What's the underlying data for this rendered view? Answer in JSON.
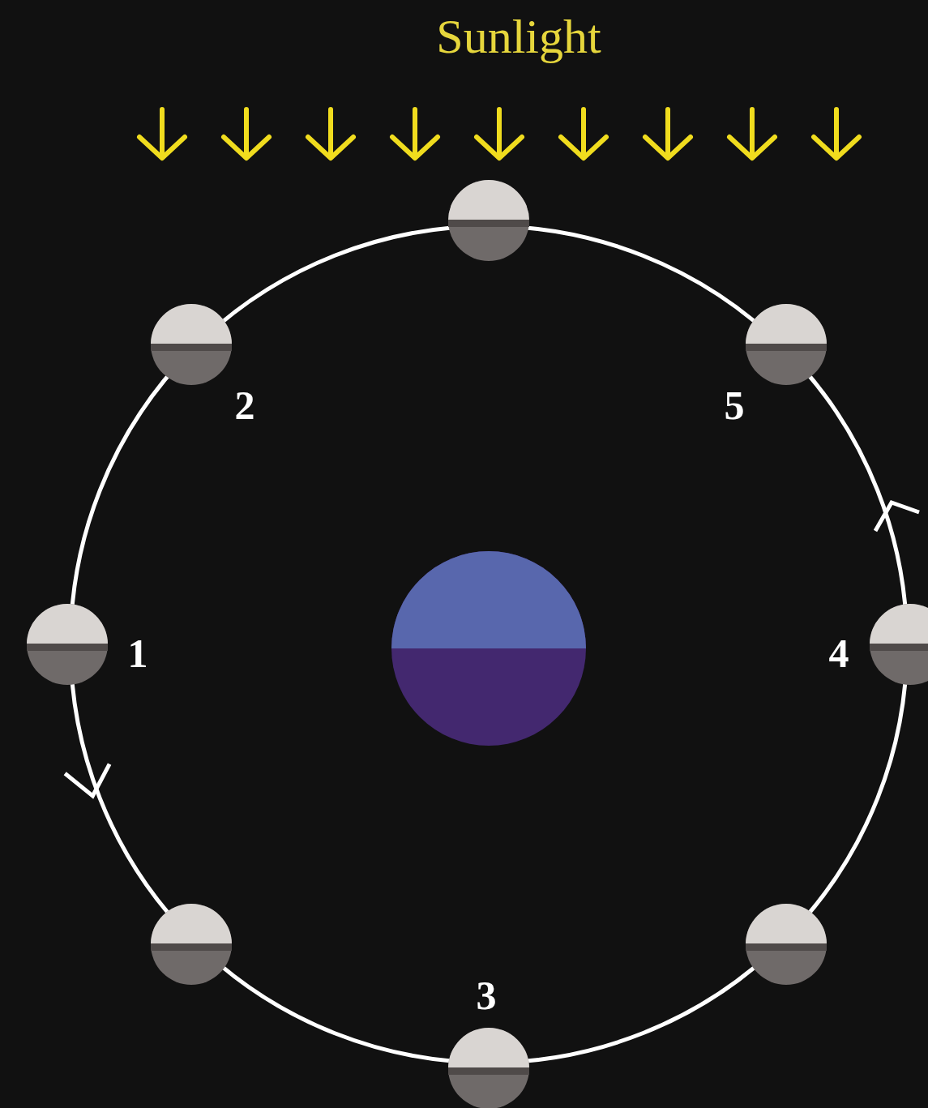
{
  "diagram": {
    "labels": [
      "Sunlight",
      "2",
      "5",
      "1",
      "4",
      "3"
    ]
  }
}
